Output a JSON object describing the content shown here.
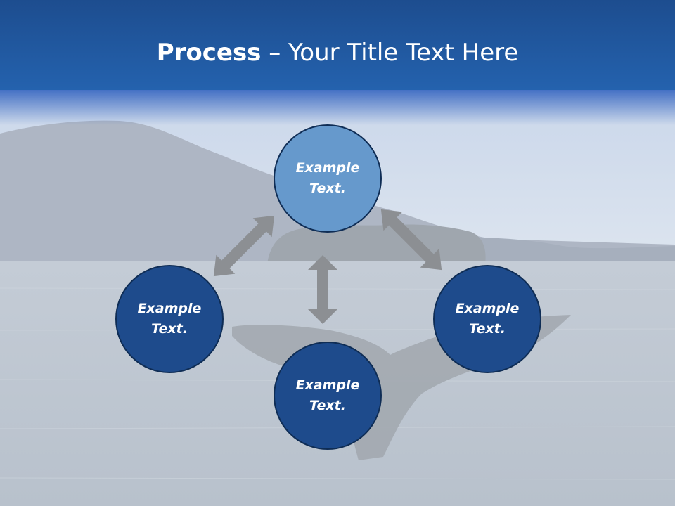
{
  "slide": {
    "title_bold": "Process",
    "title_rest": " – Your Title Text Here"
  },
  "nodes": {
    "top": "Example\nText.",
    "left": "Example\nText.",
    "right": "Example\nText.",
    "bottom": "Example\nText."
  },
  "colors": {
    "header": "#2462ae",
    "node_dark": "#1e4b8c",
    "node_light": "#6699cc",
    "arrow": "#8c8f93"
  },
  "icons": {
    "arrows": [
      "double-arrow-icon",
      "double-arrow-icon",
      "double-arrow-icon"
    ]
  }
}
